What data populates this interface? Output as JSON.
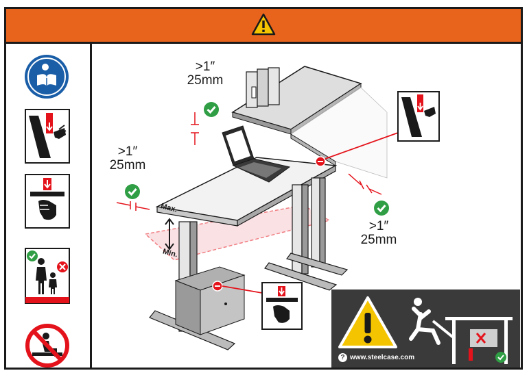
{
  "measurements": {
    "top": {
      "inches": ">1″",
      "mm": "25mm"
    },
    "left": {
      "inches": ">1″",
      "mm": "25mm"
    },
    "right": {
      "inches": ">1″",
      "mm": "25mm"
    }
  },
  "desk_labels": {
    "max": "Max.",
    "min": "Min."
  },
  "badge": {
    "url": "www.steelcase.com",
    "help_glyph": "?"
  },
  "icons": {
    "header": "warning-triangle-icon",
    "side": [
      "read-manual-icon",
      "hand-pinch-side-icon",
      "hand-crush-under-icon",
      "child-safety-icon",
      "no-sitting-icon"
    ]
  },
  "colors": {
    "header": "#e8641c",
    "check": "#2f9e44",
    "hazard": "#e4131b",
    "badge_bg": "#3a3a3a",
    "warning_yellow": "#f5c400"
  }
}
